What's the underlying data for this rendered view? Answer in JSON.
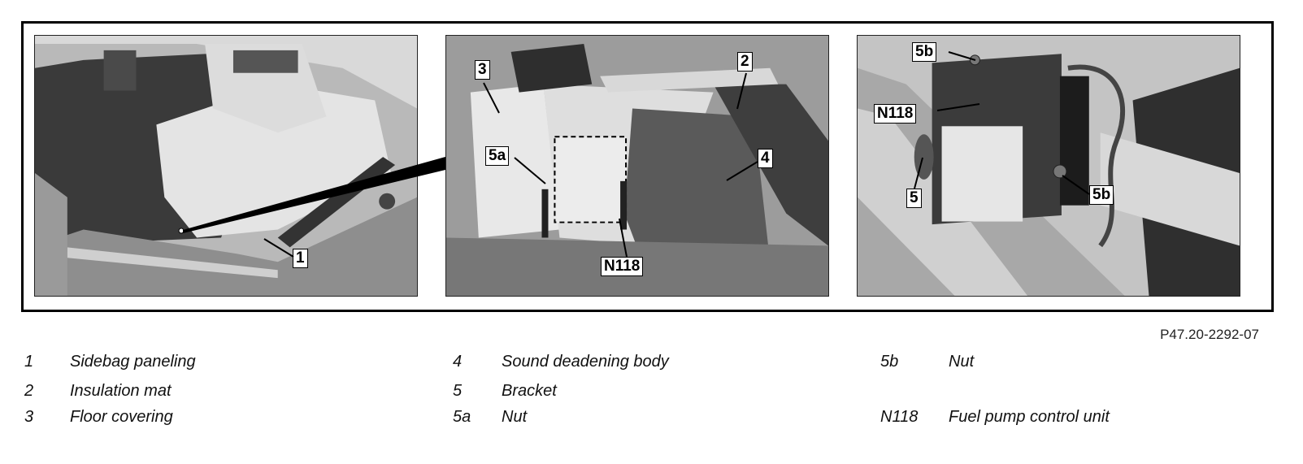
{
  "figure_id": "P47.20-2292-07",
  "photo_panels": {
    "left": {
      "callouts": [
        "1"
      ]
    },
    "middle": {
      "callouts": [
        "3",
        "2",
        "5a",
        "4",
        "N118"
      ]
    },
    "right": {
      "callouts": [
        "5b",
        "N118",
        "5",
        "5b"
      ]
    }
  },
  "legend": {
    "col1": [
      {
        "num": "1",
        "text": "Sidebag paneling"
      },
      {
        "num": "2",
        "text": "Insulation mat"
      },
      {
        "num": "3",
        "text": "Floor covering"
      }
    ],
    "col2": [
      {
        "num": "4",
        "text": "Sound deadening body"
      },
      {
        "num": "5",
        "text": "Bracket"
      },
      {
        "num": "5a",
        "text": "Nut"
      }
    ],
    "col3": [
      {
        "num": "5b",
        "text": "Nut"
      },
      {
        "num": "N118",
        "text": "Fuel pump control unit"
      }
    ]
  }
}
